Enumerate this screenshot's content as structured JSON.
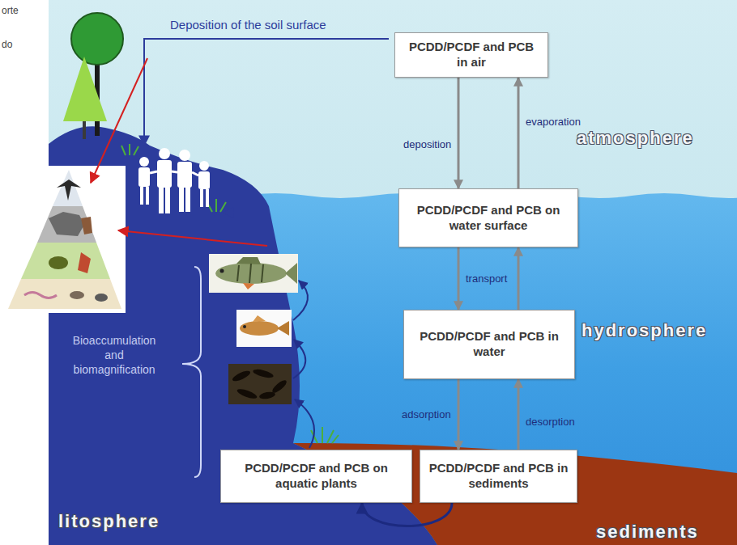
{
  "diagram": {
    "nodes": [
      {
        "text": [
          "PCDD/PCDF and PCB in air"
        ]
      },
      {
        "text": [
          "PCDD/PCDF and PCB on water surface"
        ]
      },
      {
        "text": [
          "PCDD/PCDF and PCB in water"
        ]
      },
      {
        "text": [
          "PCDD/PCDF and PCB on aquatic plants"
        ]
      },
      {
        "text": [
          "PCDD/PCDF and PCB in sediments"
        ]
      }
    ],
    "edges": [
      {
        "from": 0,
        "to": 1,
        "arrow": "to",
        "label": "deposition"
      },
      {
        "from": 1,
        "to": 0,
        "arrow": "to",
        "label": "evaporation"
      },
      {
        "from": 1,
        "to": 2,
        "arrow": "to",
        "label": "transport"
      },
      {
        "from": 2,
        "to": 1,
        "arrow": "to"
      },
      {
        "from": 2,
        "to": 4,
        "arrow": "to",
        "label": "adsorption"
      },
      {
        "from": 4,
        "to": 2,
        "arrow": "to",
        "label": "desorption"
      },
      {
        "from": 4,
        "to": 3,
        "arrow": "to"
      }
    ],
    "labels": [
      "orte",
      "do",
      "Deposition of the soil surface",
      "atmosphere",
      "hydrosphere",
      "Bioaccumulation and biomagnification",
      "litosphere",
      "sediments"
    ]
  }
}
